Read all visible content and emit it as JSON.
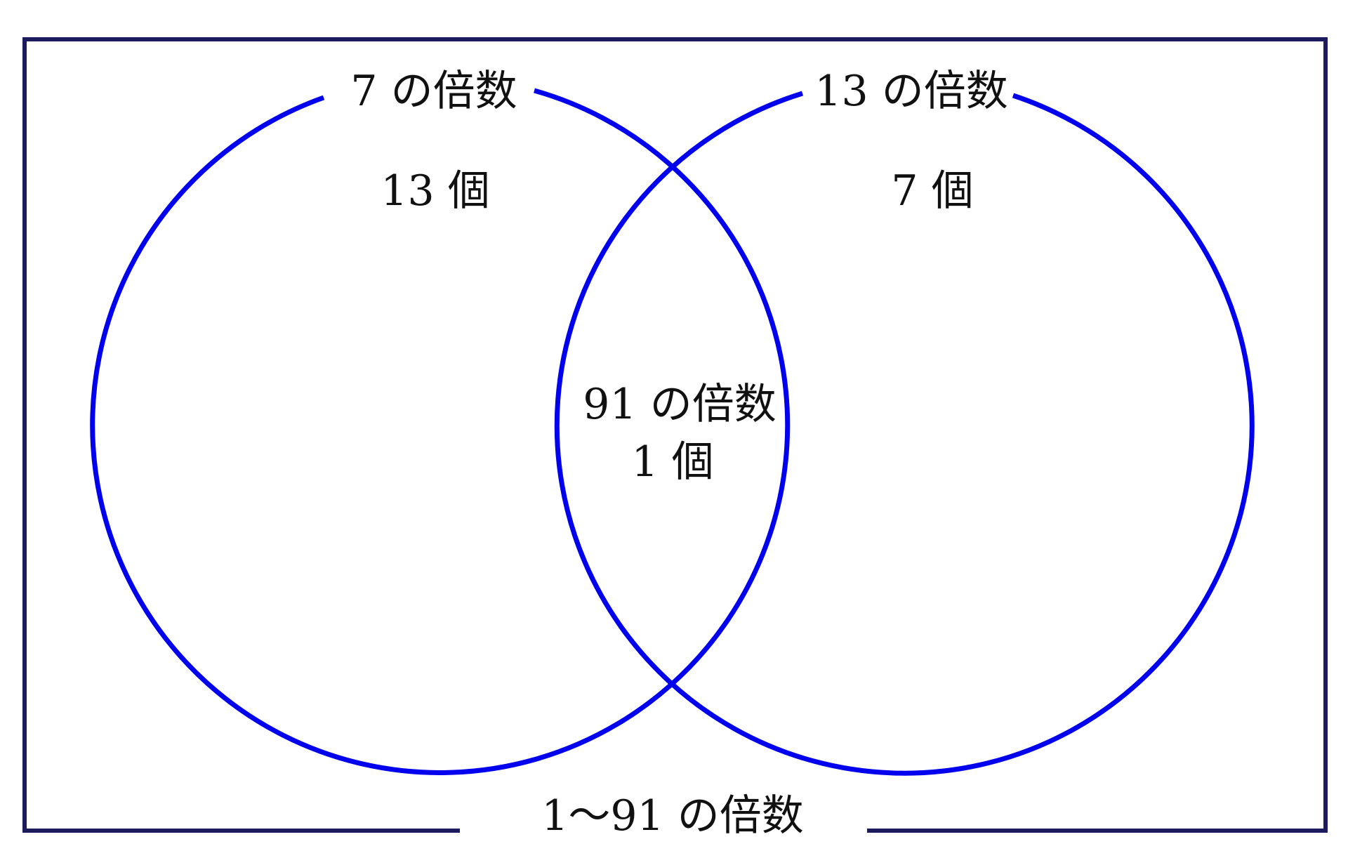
{
  "colors": {
    "frame": "#1b1b5e",
    "circle": "#0000ee",
    "text": "#111111",
    "background": "#ffffff"
  },
  "universe": {
    "label": "1〜91 の倍数"
  },
  "set_a": {
    "label": "7 の倍数",
    "only_count": "13 個"
  },
  "set_b": {
    "label": "13 の倍数",
    "only_count": "7 個"
  },
  "intersection": {
    "label": "91 の倍数",
    "count": "1 個"
  }
}
